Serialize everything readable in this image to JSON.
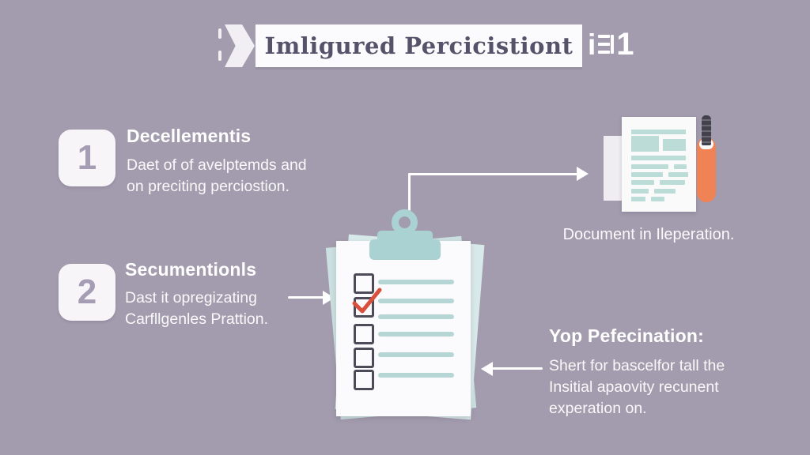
{
  "banner": {
    "title": "Imligured Percicistiont",
    "icon": {
      "name": "document-list-icon",
      "i": "i",
      "one": "1"
    }
  },
  "steps": [
    {
      "number": "1",
      "heading": "Decellementis",
      "body": [
        "Daet of of avelptemds and",
        "on preciting perciostion."
      ]
    },
    {
      "number": "2",
      "heading": "Secumentionls",
      "body": [
        "Dast it opregizating",
        "Carfllgenles Prattion."
      ]
    }
  ],
  "clipboard": {
    "checklist": {
      "box_count": 5,
      "checked_row": 2,
      "line_count": 6
    }
  },
  "document_note": {
    "caption": "Document in Ileperation."
  },
  "callout": {
    "heading": "Yop Pefecination:",
    "body": [
      "Shert for bascelfor tall the",
      "Insitial apaovity recunent",
      "experation on."
    ]
  },
  "colors": {
    "background": "#a39cae",
    "teal": "#abd2d2",
    "teal_light": "#b5d6d4",
    "orange": "#ef8356",
    "check_red": "#d9503c",
    "title_text": "#55526a",
    "white": "#ffffff"
  }
}
